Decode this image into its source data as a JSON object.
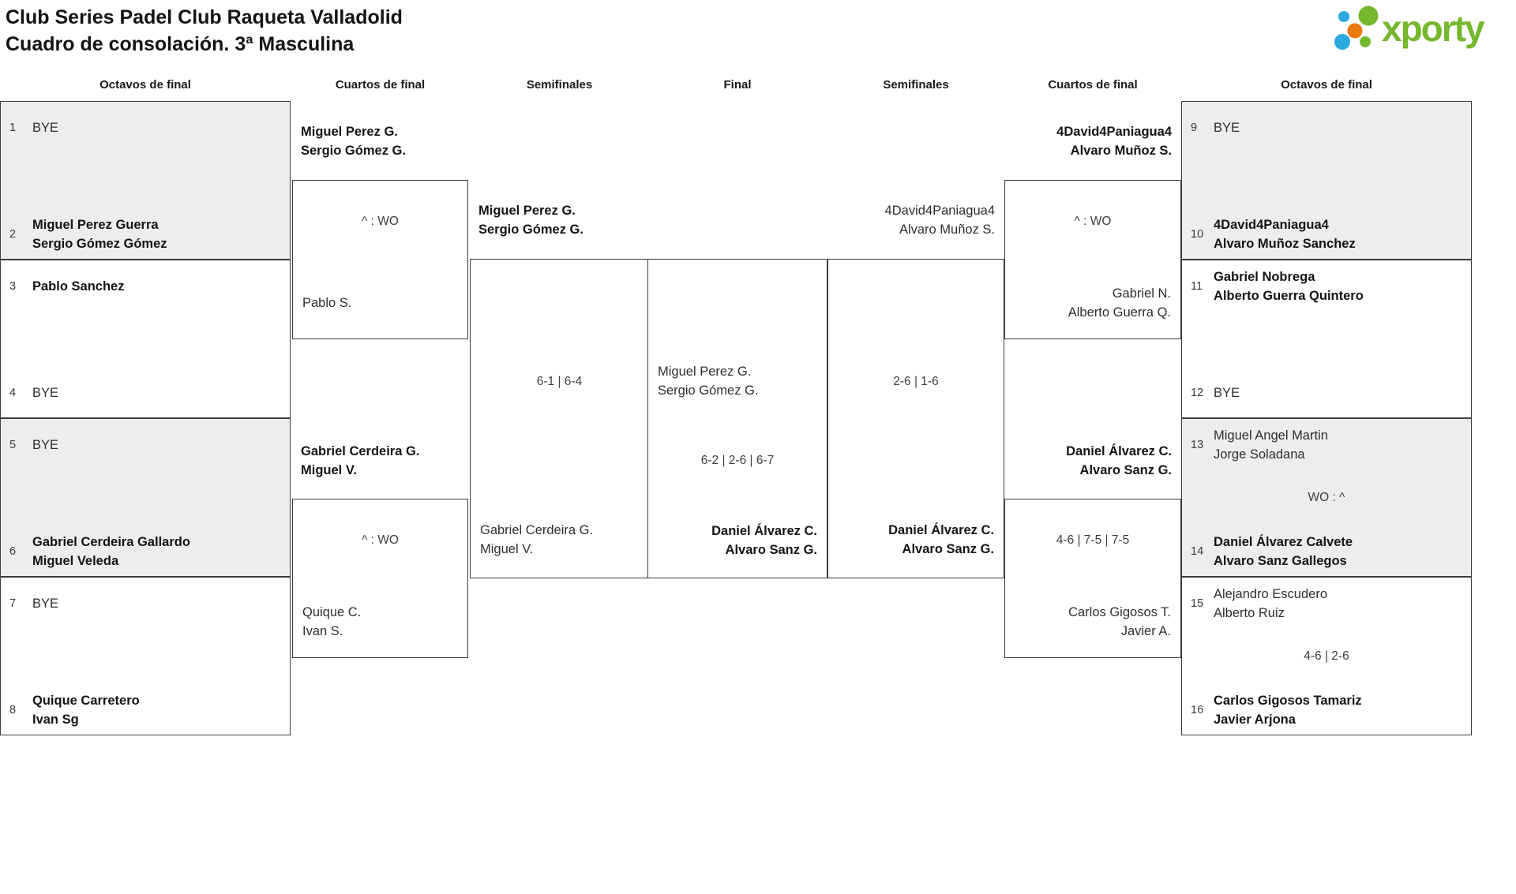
{
  "title": {
    "line1": "Club Series Padel Club Raqueta Valladolid",
    "line2": "Cuadro de consolación. 3ª Masculina"
  },
  "logo": {
    "wordmark": "xporty",
    "green": "#76b82d",
    "blue": "#2aa9e0",
    "orange": "#e8790f"
  },
  "headers": [
    "Octavos de final",
    "Cuartos de final",
    "Semifinales",
    "Final",
    "Semifinales",
    "Cuartos de final",
    "Octavos de final"
  ],
  "octavos_left": {
    "matches": [
      {
        "score": "",
        "slots": [
          {
            "seed": "1",
            "line1": "BYE",
            "line2": ""
          },
          {
            "seed": "2",
            "line1": "Miguel Perez Guerra",
            "line2": "Sergio Gómez Gómez"
          }
        ]
      },
      {
        "score": "",
        "slots": [
          {
            "seed": "3",
            "line1": "Pablo Sanchez",
            "line2": ""
          },
          {
            "seed": "4",
            "line1": "BYE",
            "line2": ""
          }
        ]
      },
      {
        "score": "",
        "slots": [
          {
            "seed": "5",
            "line1": "BYE",
            "line2": ""
          },
          {
            "seed": "6",
            "line1": "Gabriel Cerdeira Gallardo",
            "line2": "Miguel Veleda"
          }
        ]
      },
      {
        "score": "",
        "slots": [
          {
            "seed": "7",
            "line1": "BYE",
            "line2": ""
          },
          {
            "seed": "8",
            "line1": "Quique Carretero",
            "line2": "Ivan Sg"
          }
        ]
      }
    ]
  },
  "octavos_right": {
    "matches": [
      {
        "score": "",
        "slots": [
          {
            "seed": "9",
            "line1": "BYE",
            "line2": ""
          },
          {
            "seed": "10",
            "line1": "4David4Paniagua4",
            "line2": "Alvaro Muñoz Sanchez"
          }
        ]
      },
      {
        "score": "",
        "slots": [
          {
            "seed": "11",
            "line1": "Gabriel Nobrega",
            "line2": "Alberto Guerra Quintero"
          },
          {
            "seed": "12",
            "line1": "BYE",
            "line2": ""
          }
        ]
      },
      {
        "score": "WO : ^",
        "slots": [
          {
            "seed": "13",
            "line1": "Miguel Angel Martin",
            "line2": "Jorge Soladana"
          },
          {
            "seed": "14",
            "line1": "Daniel Álvarez Calvete",
            "line2": "Alvaro Sanz Gallegos"
          }
        ]
      },
      {
        "score": "4-6 | 2-6",
        "slots": [
          {
            "seed": "15",
            "line1": "Alejandro Escudero",
            "line2": "Alberto Ruiz"
          },
          {
            "seed": "16",
            "line1": "Carlos Gigosos Tamariz",
            "line2": "Javier Arjona"
          }
        ]
      }
    ]
  },
  "cuartos_left": {
    "matches": [
      {
        "entry_top": {
          "line1": "Miguel Perez G.",
          "line2": "Sergio Gómez G."
        },
        "score": "^ : WO",
        "entry_bottom": {
          "line1": "Pablo S.",
          "line2": ""
        }
      },
      {
        "entry_top": {
          "line1": "Gabriel Cerdeira G.",
          "line2": "Miguel V."
        },
        "score": "^ : WO",
        "entry_bottom": {
          "line1": "Quique C.",
          "line2": "Ivan S."
        }
      }
    ]
  },
  "semifinal_left": {
    "entry_top": {
      "line1": "Miguel Perez G.",
      "line2": "Sergio Gómez G."
    },
    "score": "6-1 | 6-4",
    "entry_bottom": {
      "line1": "Gabriel Cerdeira G.",
      "line2": "Miguel V."
    }
  },
  "final": {
    "entry_top": {
      "line1": "Miguel Perez G.",
      "line2": "Sergio Gómez G."
    },
    "score": "6-2 | 2-6 | 6-7",
    "entry_bottom": {
      "line1": "Daniel Álvarez C.",
      "line2": "Alvaro Sanz G."
    }
  },
  "semifinal_right": {
    "entry_top": {
      "line1": "4David4Paniagua4",
      "line2": "Alvaro Muñoz S."
    },
    "score": "2-6 | 1-6",
    "entry_bottom": {
      "line1": "Daniel Álvarez C.",
      "line2": "Alvaro Sanz G."
    }
  },
  "cuartos_right": {
    "matches": [
      {
        "entry_top": {
          "line1": "4David4Paniagua4",
          "line2": "Alvaro Muñoz S."
        },
        "score": "^ : WO",
        "entry_bottom": {
          "line1": "Gabriel N.",
          "line2": "Alberto Guerra Q."
        }
      },
      {
        "entry_top": {
          "line1": "Daniel Álvarez C.",
          "line2": "Alvaro Sanz G."
        },
        "score": "4-6 | 7-5 | 7-5",
        "entry_bottom": {
          "line1": "Carlos Gigosos T.",
          "line2": "Javier A."
        }
      }
    ]
  }
}
